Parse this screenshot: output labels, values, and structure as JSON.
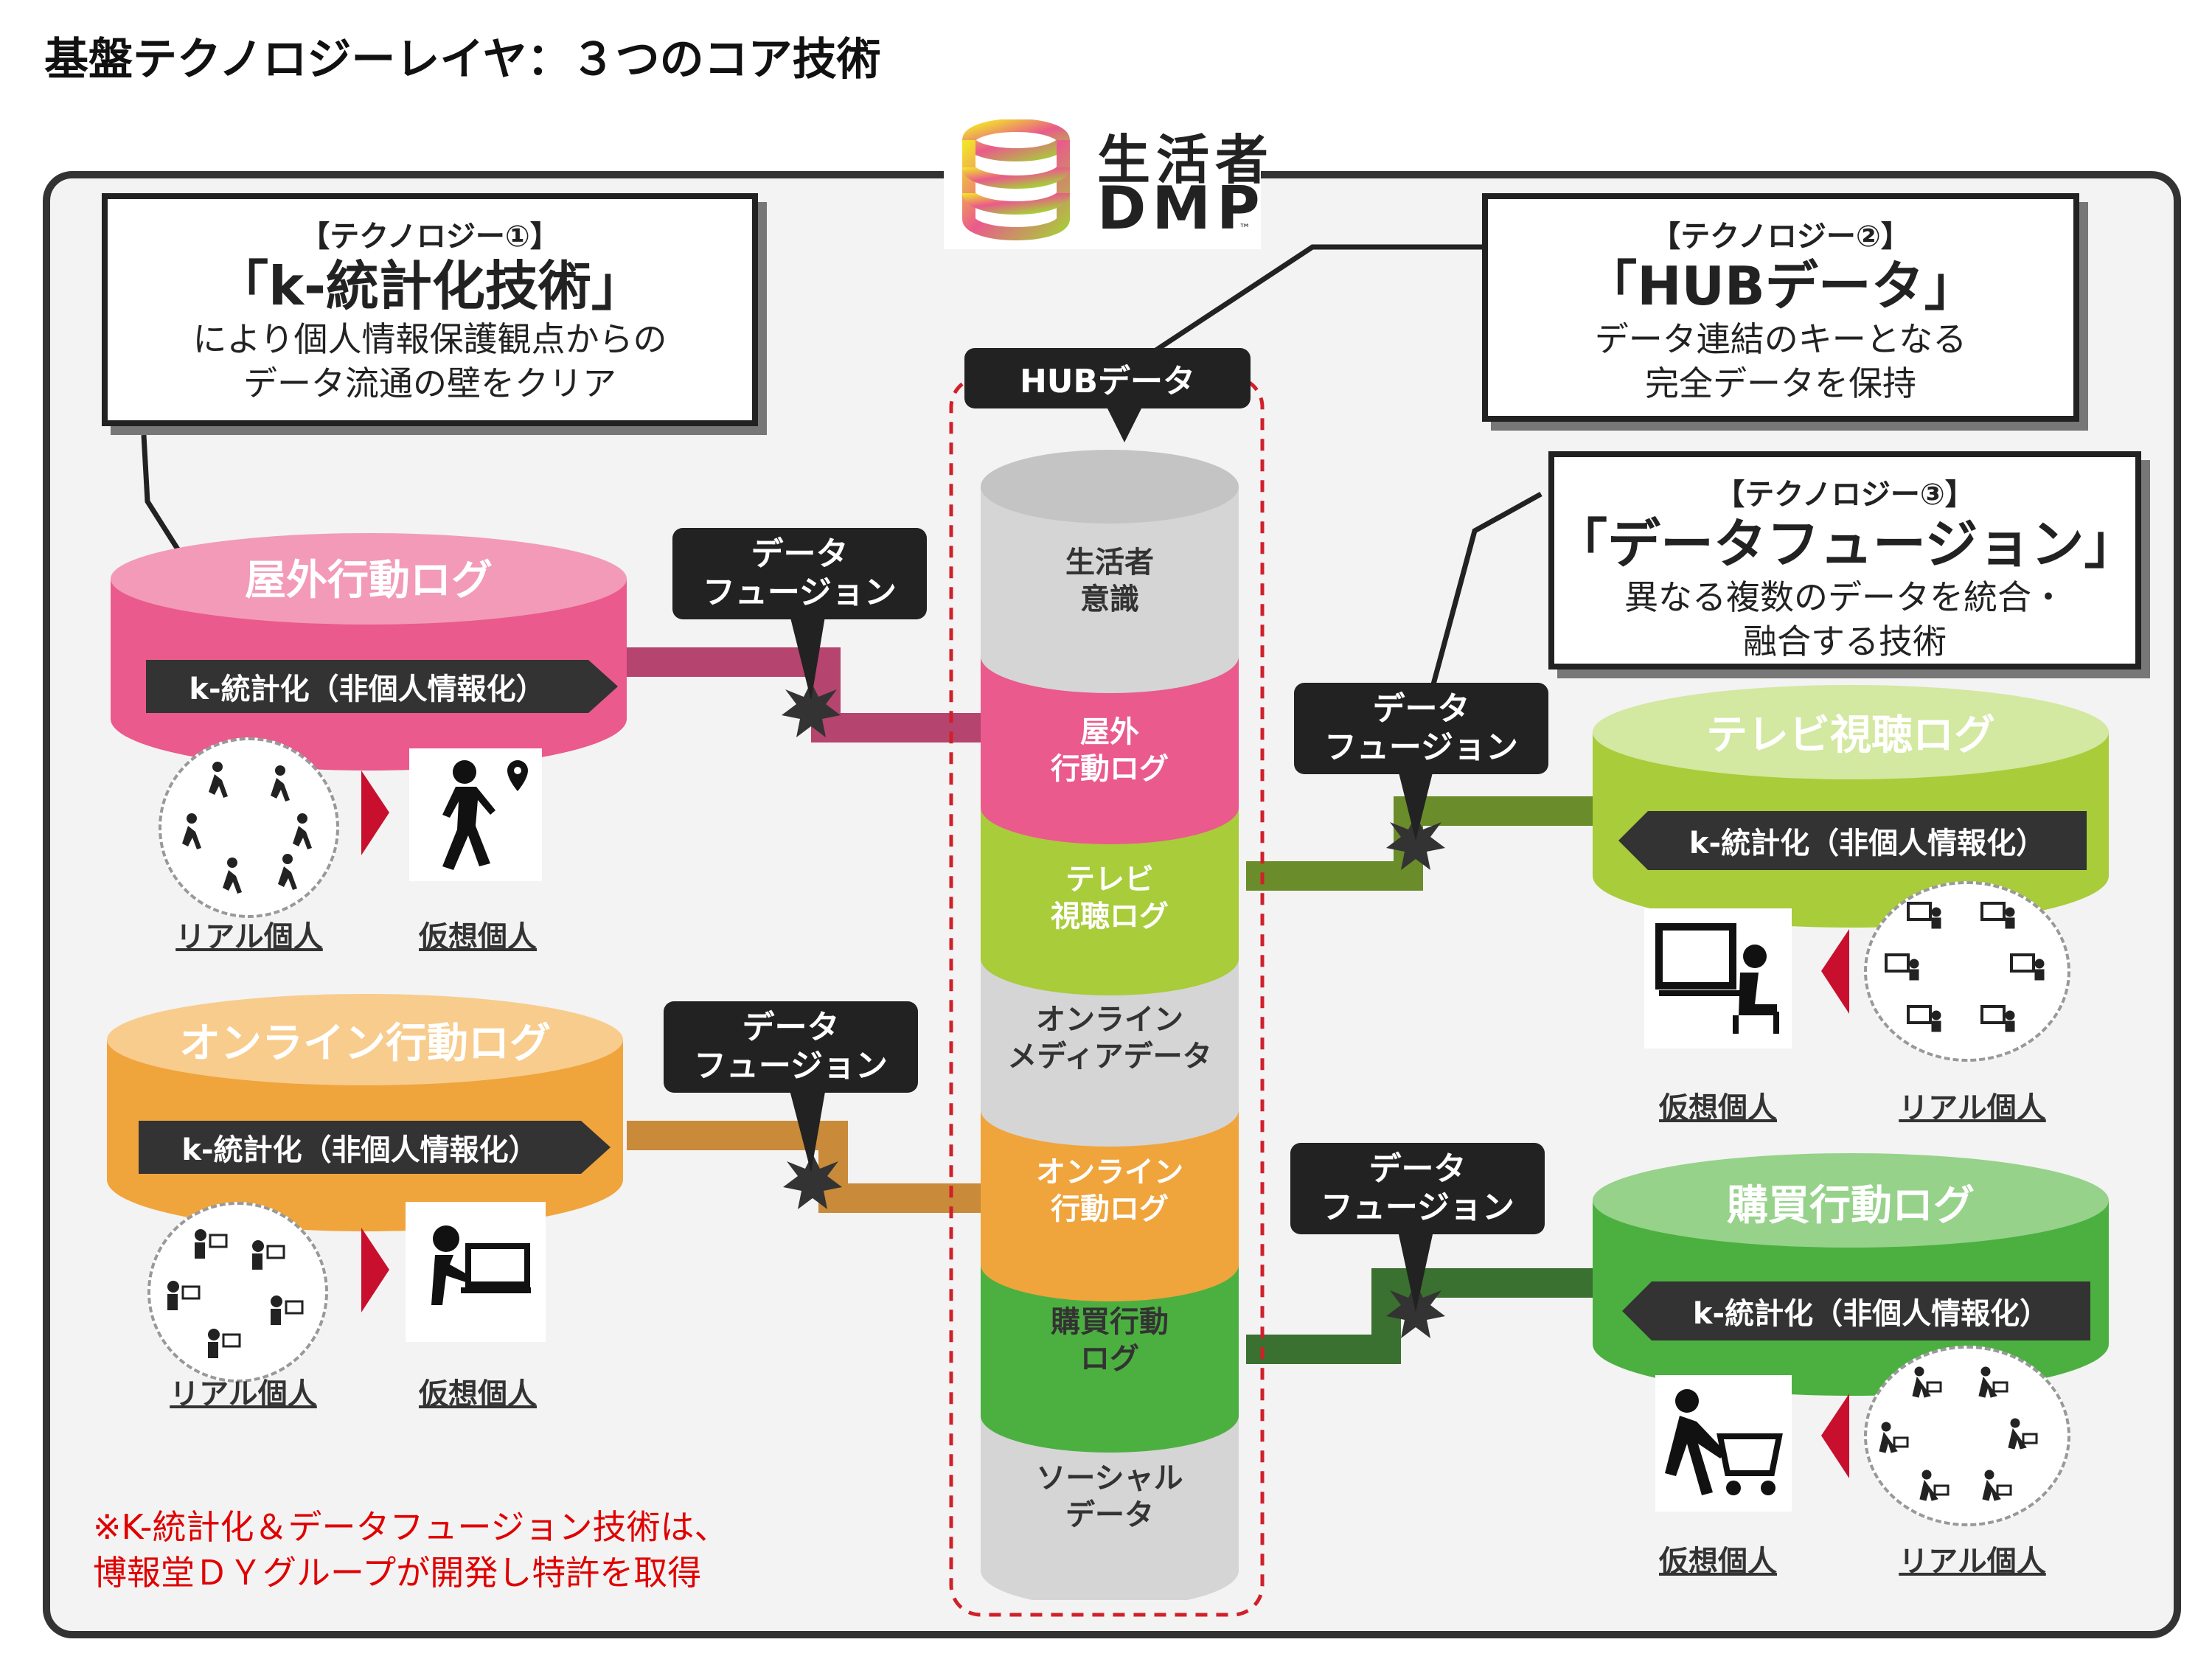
{
  "title": "基盤テクノロジーレイヤ：３つのコア技術",
  "logo": {
    "line1": "生活者",
    "line2": "DMP",
    "tm": "™"
  },
  "tech1": {
    "tag": "【テクノロジー①】",
    "title": "「k-統計化技術」",
    "desc1": "により個人情報保護観点からの",
    "desc2": "データ流通の壁をクリア"
  },
  "tech2": {
    "tag": "【テクノロジー②】",
    "title": "「HUBデータ」",
    "desc1": "データ連結のキーとなる",
    "desc2": "完全データを保持"
  },
  "tech3": {
    "tag": "【テクノロジー③】",
    "title": "「データフュージョン」",
    "desc1": "異なる複数のデータを統合・",
    "desc2": "融合する技術"
  },
  "hub_label": "HUBデータ",
  "data_fusion_label": {
    "line1": "データ",
    "line2": "フュージョン"
  },
  "k_banner": "k-統計化（非個人情報化）",
  "captions": {
    "real": "リアル個人",
    "virtual": "仮想個人"
  },
  "sources": {
    "outdoor": "屋外行動ログ",
    "online": "オンライン行動ログ",
    "tv": "テレビ視聴ログ",
    "purchase": "購買行動ログ"
  },
  "hub_segments": [
    {
      "line1": "生活者",
      "line2": "意識",
      "color": "#d5d5d5",
      "text_color": "#333333"
    },
    {
      "line1": "屋外",
      "line2": "行動ログ",
      "color": "#ea5a8c",
      "text_color": "#ffffff"
    },
    {
      "line1": "テレビ",
      "line2": "視聴ログ",
      "color": "#a8cc3a",
      "text_color": "#ffffff"
    },
    {
      "line1": "オンライン",
      "line2": "メディアデータ",
      "color": "#d5d5d5",
      "text_color": "#333333"
    },
    {
      "line1": "オンライン",
      "line2": "行動ログ",
      "color": "#f0a43c",
      "text_color": "#ffffff"
    },
    {
      "line1": "購買行動",
      "line2": "ログ",
      "color": "#4cb040",
      "text_color": "#333333"
    },
    {
      "line1": "ソーシャル",
      "line2": "データ",
      "color": "#d5d5d5",
      "text_color": "#333333"
    }
  ],
  "footnote": {
    "line1": "※K-統計化＆データフュージョン技術は、",
    "line2": "博報堂ＤＹグループが開発し特許を取得"
  },
  "colors": {
    "outdoor": "#ea5a8c",
    "online": "#f0a43c",
    "tv": "#a8cc3a",
    "purchase": "#4cb040",
    "accent_red": "#c8102e"
  }
}
